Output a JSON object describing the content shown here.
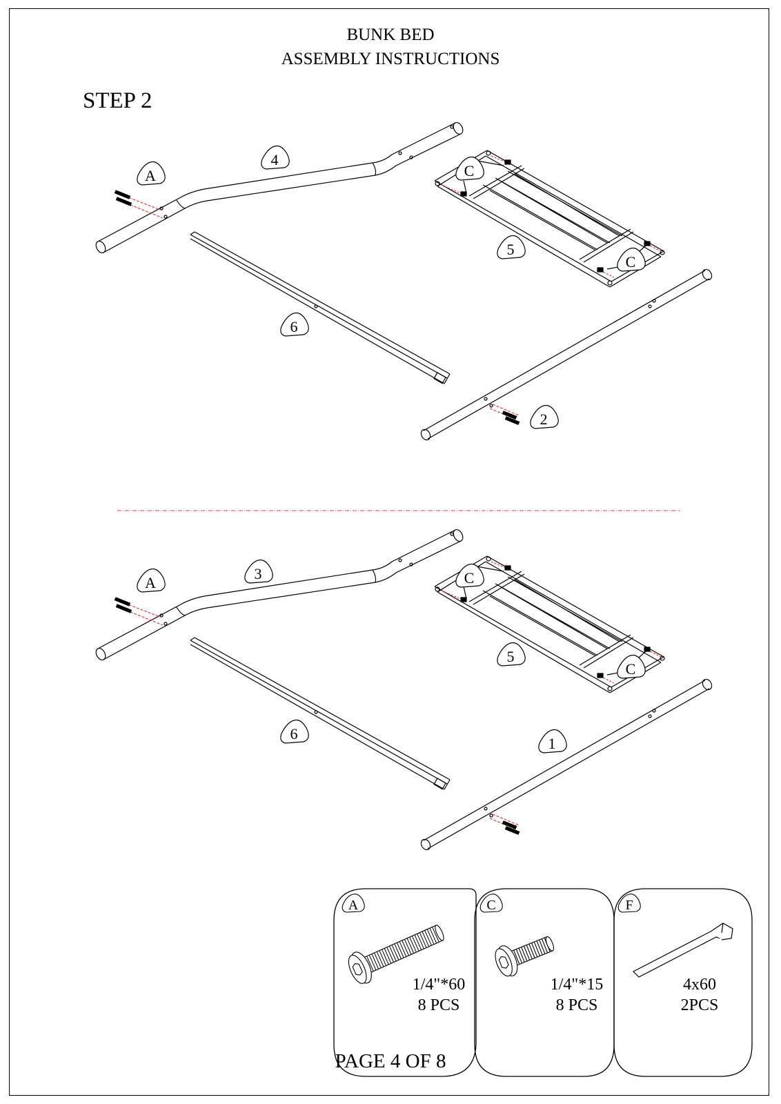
{
  "header": {
    "title_line1": "BUNK BED",
    "title_line2": "ASSEMBLY INSTRUCTIONS",
    "step": "STEP 2"
  },
  "upper_diagram": {
    "rail_top": "4",
    "rail_bottom": "2",
    "slat_frame": "5",
    "cross_bar": "6",
    "bolt_a": "A",
    "bolt_c": "C"
  },
  "lower_diagram": {
    "rail_top": "3",
    "rail_bottom": "1",
    "slat_frame": "5",
    "cross_bar": "6",
    "bolt_a": "A",
    "bolt_c": "C"
  },
  "hardware": [
    {
      "letter": "A",
      "size": "1/4\"*60",
      "qty": "8 PCS"
    },
    {
      "letter": "C",
      "size": "1/4\"*15",
      "qty": "8 PCS"
    },
    {
      "letter": "F",
      "size": "4x60",
      "qty": "2PCS"
    }
  ],
  "footer": {
    "page": "PAGE 4 OF 8"
  },
  "colors": {
    "line": "#000000",
    "divider": "#e23b3b",
    "bolt_line": "#e23b3b"
  }
}
